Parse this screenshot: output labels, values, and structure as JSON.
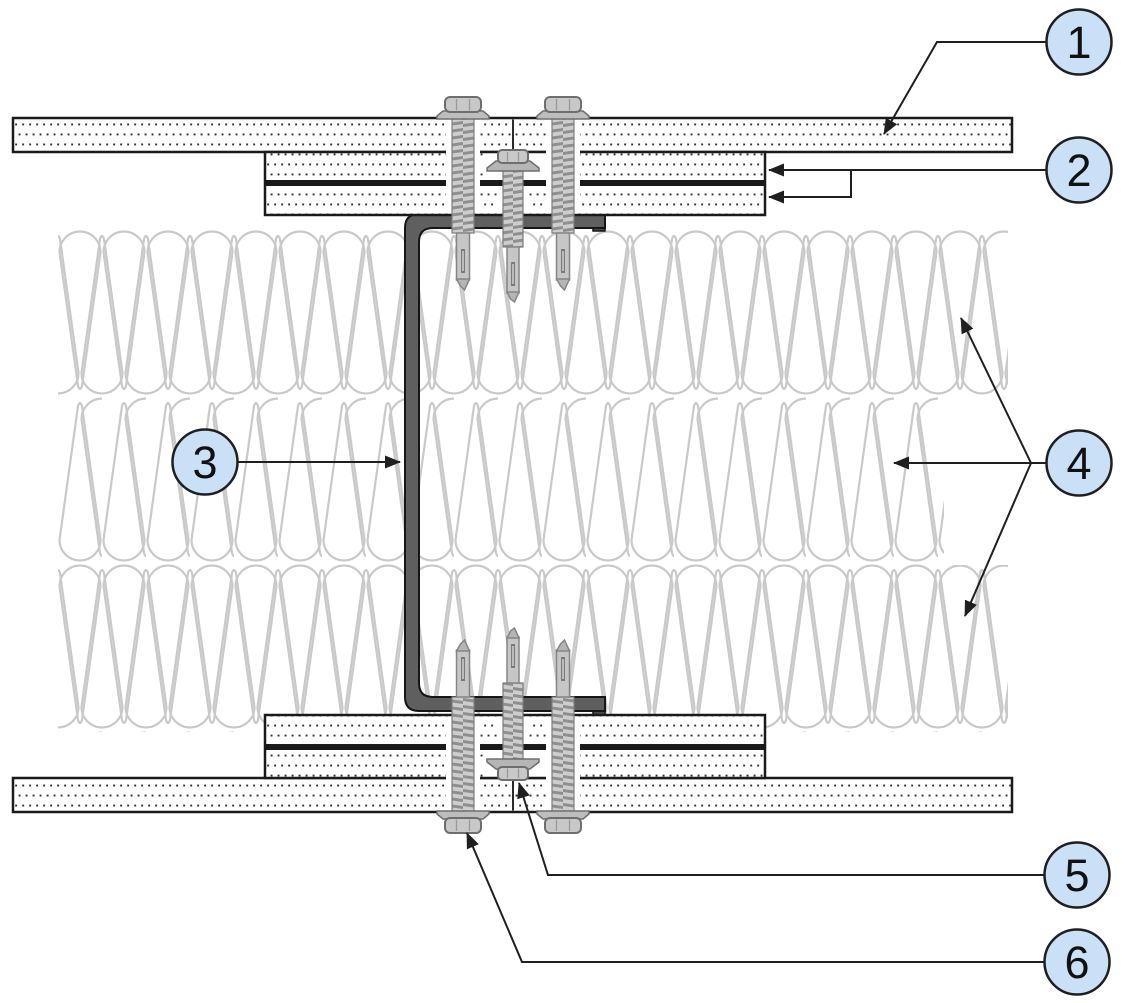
{
  "diagram": {
    "callouts": [
      {
        "label": "1"
      },
      {
        "label": "2"
      },
      {
        "label": "3"
      },
      {
        "label": "4"
      },
      {
        "label": "5"
      },
      {
        "label": "6"
      }
    ],
    "colors": {
      "background": "#ffffff",
      "callout_fill": "#c9e0f7",
      "callout_stroke": "#1f1f1f",
      "callout_text": "#111111",
      "leader": "#1f1f1f",
      "insulation_stroke": "#c9c9c9",
      "steel_fill": "#5f5f5f",
      "steel_end_cap": "#4a4a4a",
      "steel_outline": "#161616",
      "board_dot": "#2f2f2f",
      "board_outline": "#1a1a1a",
      "board_divider": "#1a1a1a",
      "screw_fill": "#c7c7c7",
      "screw_outline": "#787878"
    }
  }
}
